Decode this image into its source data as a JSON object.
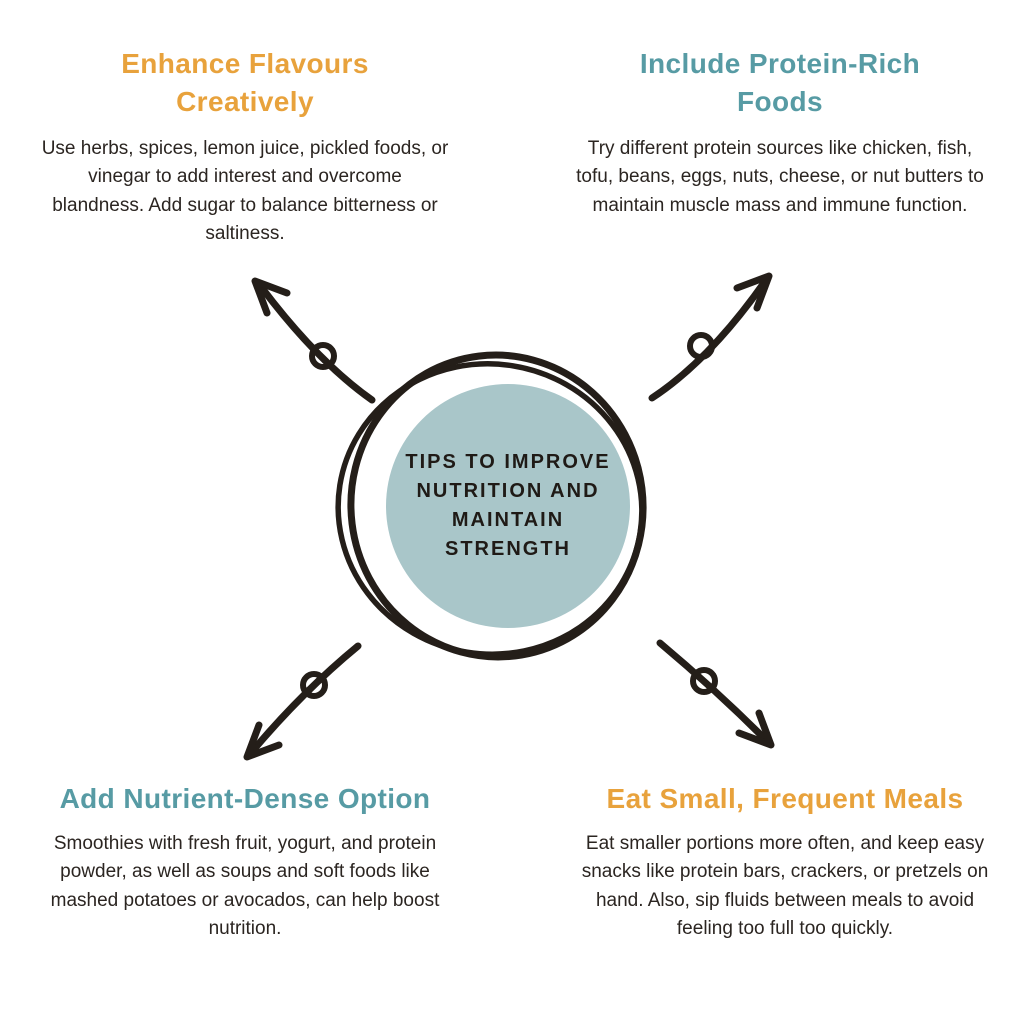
{
  "meta": {
    "background_color": "#ffffff",
    "ink_color": "#241e19"
  },
  "center": {
    "title": "TIPS TO IMPROVE NUTRITION AND MAINTAIN STRENGTH",
    "title_lines": [
      "TIPS TO IMPROVE",
      "NUTRITION AND",
      "MAINTAIN",
      "STRENGTH"
    ],
    "circle_fill": "#a9c6c9",
    "outline_color": "#241e19"
  },
  "tips": [
    {
      "position": "top-left",
      "heading": "Enhance Flavours Creatively",
      "heading_color": "#e8a23c",
      "body": "Use herbs, spices, lemon juice, pickled foods, or vinegar to add interest and overcome blandness. Add sugar to balance bitterness or saltiness."
    },
    {
      "position": "top-right",
      "heading": "Include Protein-Rich Foods",
      "heading_color": "#579ba4",
      "body": "Try different protein sources like chicken, fish, tofu, beans, eggs, nuts, cheese, or nut butters to maintain muscle mass and immune function."
    },
    {
      "position": "bottom-left",
      "heading": "Add Nutrient-Dense Option",
      "heading_color": "#579ba4",
      "body": "Smoothies with fresh fruit, yogurt, and protein powder, as well as soups and soft foods like mashed potatoes or avocados, can help boost nutrition."
    },
    {
      "position": "bottom-right",
      "heading": "Eat Small, Frequent Meals",
      "heading_color": "#e8a23c",
      "body": "Eat smaller portions more often, and keep easy snacks like protein bars, crackers, or pretzels on hand. Also, sip fluids between meals to avoid feeling too full too quickly."
    }
  ]
}
